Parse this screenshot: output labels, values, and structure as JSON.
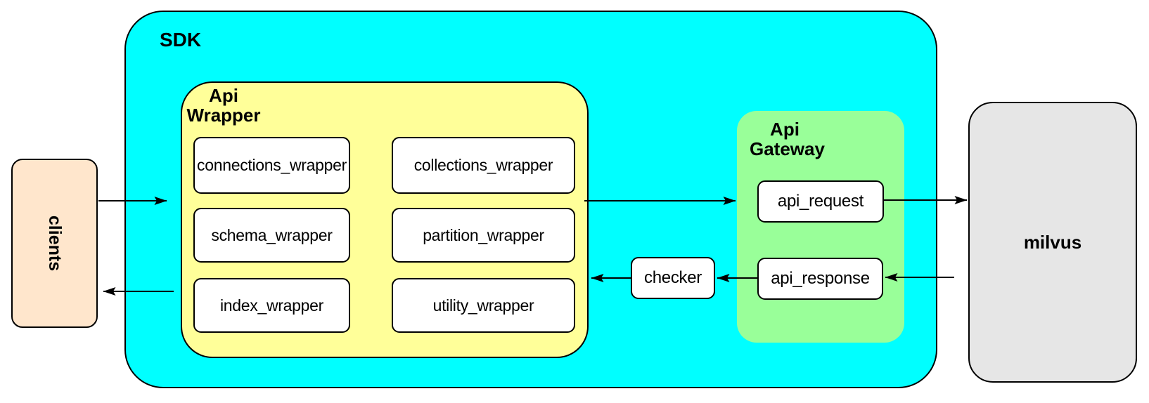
{
  "diagram_title": "",
  "nodes": {
    "clients": {
      "label": "clients",
      "fill": "#FFE6CC"
    },
    "sdk": {
      "title": "SDK",
      "fill": "#00FFFF"
    },
    "api_wrapper": {
      "title_lines": [
        "Api",
        "Wrapper"
      ],
      "fill": "#FFFF99",
      "boxes": [
        "connections_wrapper",
        "collections_wrapper",
        "schema_wrapper",
        "partition_wrapper",
        "index_wrapper",
        "utility_wrapper"
      ]
    },
    "checker": {
      "label": "checker",
      "fill": "#FFFFFF"
    },
    "api_gateway": {
      "title_lines": [
        "Api",
        "Gateway"
      ],
      "fill": "#99FF99",
      "boxes": [
        "api_request",
        "api_response"
      ]
    },
    "milvus": {
      "label": "milvus",
      "fill": "#E6E6E6"
    }
  },
  "edges": [
    {
      "from": "clients",
      "to": "sdk"
    },
    {
      "from": "api_wrapper",
      "to": "clients"
    },
    {
      "from": "api_wrapper",
      "to": "api_gateway"
    },
    {
      "from": "api_request",
      "to": "milvus"
    },
    {
      "from": "milvus",
      "to": "api_response"
    },
    {
      "from": "api_response",
      "to": "checker"
    },
    {
      "from": "checker",
      "to": "api_wrapper"
    }
  ],
  "colors": {
    "line": "#000000",
    "box_fill": "#FFFFFF",
    "background": "#FFFFFF"
  }
}
